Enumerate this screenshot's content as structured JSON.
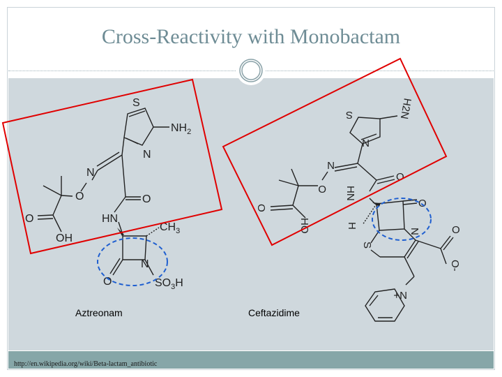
{
  "slide": {
    "title": "Cross-Reactivity with Monobactam",
    "source_url": "http://en.wikipedia.org/wiki/Beta-lactam_antibiotic",
    "colors": {
      "title": "#6e8c95",
      "content_bg": "#cfd8dd",
      "footer_bg": "#86a6a8",
      "highlight_box": "#e00000",
      "beta_lactam_circle": "#1f5fd0"
    }
  },
  "molecules": {
    "left_label": "Aztreonam",
    "right_label": "Ceftazidime"
  },
  "atom_labels": {
    "aztreonam": {
      "s": "S",
      "nh2": "NH",
      "nh2_sub": "2",
      "n_thiazole": "N",
      "n_imine": "N",
      "o_oxime": "O",
      "o_amide": "O",
      "hn": "HN",
      "ch3": "CH",
      "ch3_sub": "3",
      "o_carboxyl": "O",
      "oh": "OH",
      "n_ring": "N",
      "o_ring": "O",
      "so3h": "SO",
      "so3h_sub": "3",
      "so3h_h": "H"
    },
    "ceftazidime": {
      "s": "S",
      "nh2": "H2N",
      "n_thiazole": "N",
      "n_imine": "N",
      "o_oxime": "O",
      "o_amide": "O",
      "hn": "HN",
      "h": "H",
      "o_carbonyl": "O",
      "oh": "HO",
      "n_ring": "N",
      "o_ring": "O",
      "s_ring": "S",
      "coo_o": "O",
      "coo_minus": "O-",
      "n_plus": "N+"
    }
  }
}
